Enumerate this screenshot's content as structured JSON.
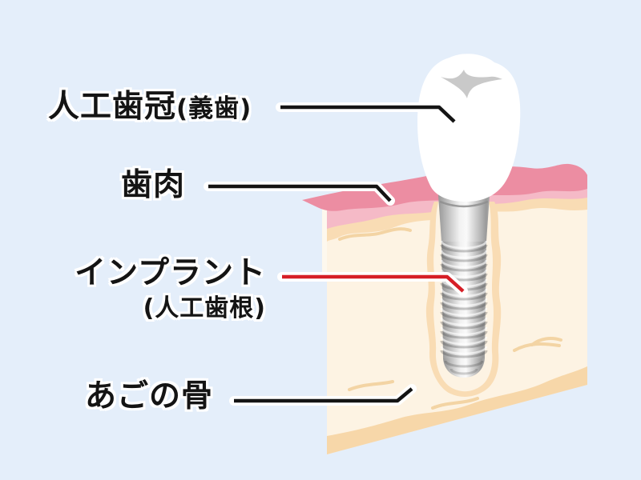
{
  "diagram": {
    "labels": {
      "crown": "人工歯冠",
      "crown_sub": "(義歯)",
      "gum": "歯肉",
      "implant": "インプラント",
      "implant_sub": "(人工歯根)",
      "jawbone": "あごの骨"
    },
    "colors": {
      "background": "#e4eefa",
      "text": "#141414",
      "leader_black": "#141414",
      "leader_red": "#d61e26",
      "leader_casing": "#ffffff",
      "gum_top": "#ec8da2",
      "gum_front": "#f5bac7",
      "bone_outer": "#f9dcb4",
      "bone_inner": "#fdf3e3",
      "bone_bottom": "#f7d7a9",
      "bone_crack": "#f3d4a4",
      "crown": "#ffffff",
      "occlusal_shadow": "#c9c9c9",
      "metal_dark": "#8f8f8f",
      "metal_light": "#fafafa"
    }
  }
}
